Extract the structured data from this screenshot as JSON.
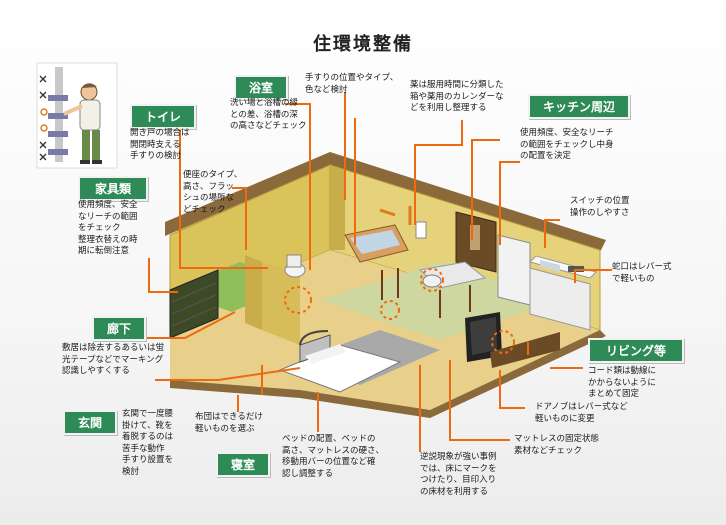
{
  "title": "住環境整備",
  "colors": {
    "label_bg": "#2e8b57",
    "leader": "#ee6a0f",
    "wall": "#d9c35a",
    "floor": "#e8d08a",
    "roof": "#8a6a3a"
  },
  "rooms": {
    "toilet": {
      "label": "トイレ",
      "note": "開き戸の場合は\n開閉時支える\n手すりの検討"
    },
    "bath": {
      "label": "浴室",
      "note": "洗い場と浴槽の縁\nとの差、浴槽の深\nの高さなどチェック"
    },
    "kitchen": {
      "label": "キッチン周辺",
      "note": "使用頻度、安全なリーチ\nの範囲をチェックし中身\nの配置を決定"
    },
    "furniture": {
      "label": "家具類",
      "note": "使用頻度、安全\nなリーチの範囲\nをチェック\n整理衣替えの時\n期に転倒注意"
    },
    "hallway": {
      "label": "廊下",
      "note": "敷居は除去するあるいは蛍\n光テープなどでマーキング\n認識しやすくする"
    },
    "living": {
      "label": "リビング等",
      "note": "コード類は動線に\nかからないように\nまとめて固定"
    },
    "entrance": {
      "label": "玄関",
      "note": "玄関で一度腰\n掛けて、靴を\n着脱するのは\n苦手な動作\n手すり設置を\n検討"
    },
    "bedroom": {
      "label": "寝室",
      "note": "ベッドの配置、ベッドの\n高さ、マットレスの硬さ、\n移動用バーの位置など確\n認し調整する"
    }
  },
  "notes": {
    "handrail": "手すりの位置やタイプ、\n色など検討",
    "medicine": "薬は服用時間に分類した\n箱や薬用のカレンダーな\nどを利用し整理する",
    "toilet_seat": "便座のタイプ、\n高さ、フラッ\nシュの場所な\nどチェック",
    "switch": "スイッチの位置\n操作のしやすさ",
    "faucet": "蛇口はレバー式\nで軽いもの",
    "door_knob": "ドアノブはレバー式など\n軽いものに変更",
    "mattress": "マットレスの固定状態\n素材などチェック",
    "futon": "布団はできるだけ\n軽いものを選ぶ",
    "disorientation": "逆説現象が強い事例\nでは、床にマークを\nつけたり、目印入り\nの床材を利用する"
  },
  "inset": {
    "icon": "elderly-person-reaching-shelf"
  }
}
